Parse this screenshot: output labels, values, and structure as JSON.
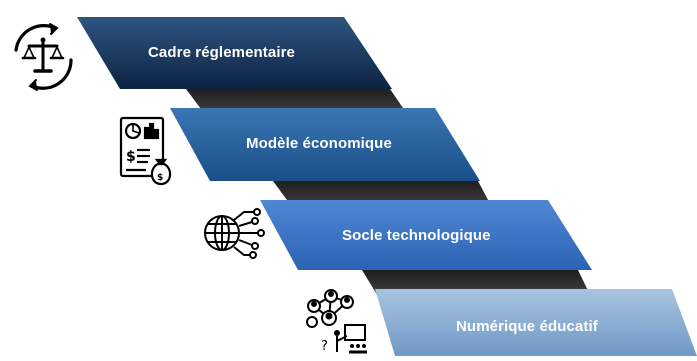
{
  "diagram": {
    "steps": [
      {
        "label": "Cadre réglementaire",
        "icon": "balance-cycle-icon",
        "color_top": "#2e5581",
        "color_bottom": "#0d2343"
      },
      {
        "label": "Modèle économique",
        "icon": "financial-report-icon",
        "color_top": "#3a76b5",
        "color_bottom": "#1a4f86"
      },
      {
        "label": "Socle technologique",
        "icon": "digital-globe-icon",
        "color_top": "#4f88d5",
        "color_bottom": "#2c62b2"
      },
      {
        "label": "Numérique éducatif",
        "icon": "education-network-icon",
        "color_top": "#a9c3e0",
        "color_bottom": "#6f99c6"
      }
    ],
    "connector_colors": [
      "#2c2c2c",
      "#383838",
      "#444444"
    ]
  }
}
